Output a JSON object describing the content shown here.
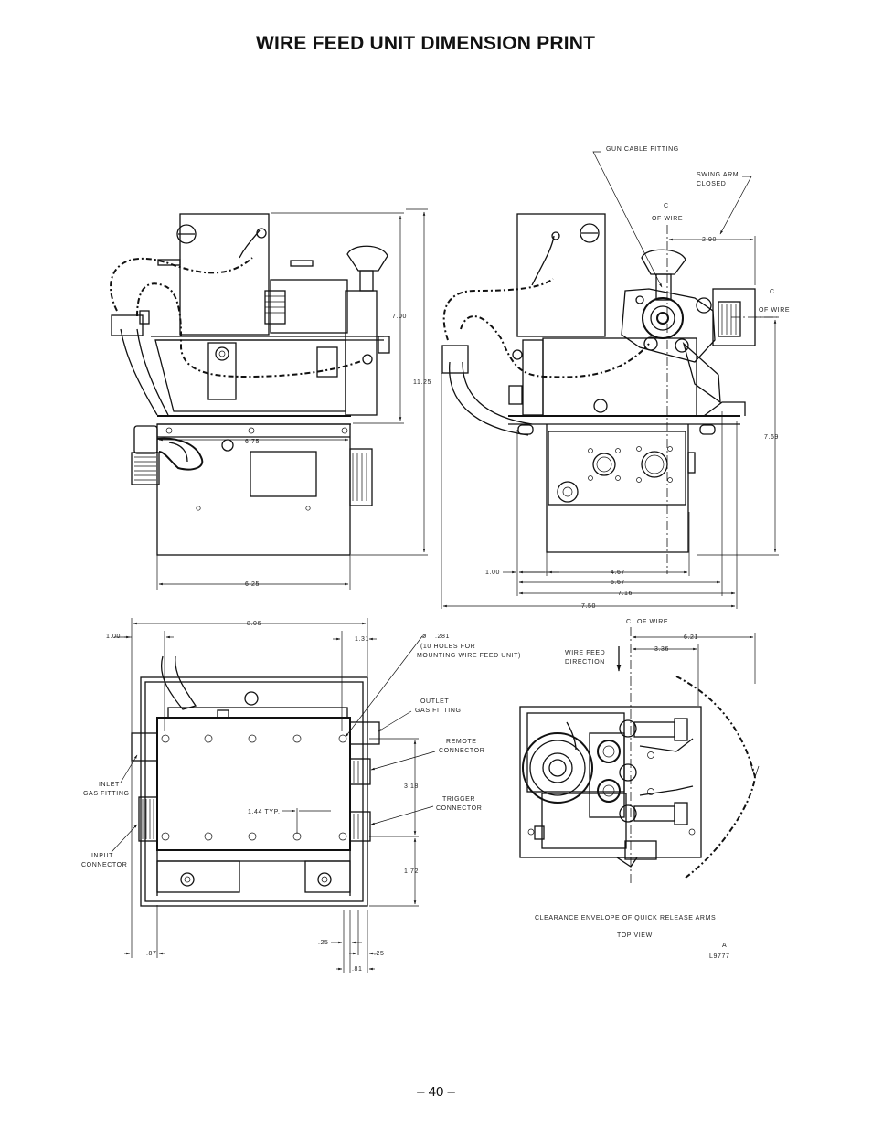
{
  "title": "WIRE FEED UNIT DIMENSION PRINT",
  "page_number": "– 40 –",
  "front_view": {
    "dim_height_upper": "7.00",
    "dim_height_total": "11.25",
    "dim_inner_width": "6.75",
    "dim_width": "6.25"
  },
  "side_view": {
    "callout_gun_cable_fitting": "GUN CABLE FITTING",
    "callout_swing_arm_line1": "SWING ARM",
    "callout_swing_arm_line2": "CLOSED",
    "centerline_symbol": "C",
    "centerline_wire_a": "OF WIRE",
    "centerline_wire_b": "OF WIRE",
    "dim_290": "2.90",
    "dim_769": "7.69",
    "dim_100": "1.00",
    "dim_467": "4.67",
    "dim_667": "6.67",
    "dim_716": "7.16",
    "dim_750": "7.50"
  },
  "bottom_view": {
    "dim_806": "8.06",
    "dim_100": "1.00",
    "dim_131": "1.31",
    "hole_dia": ".281",
    "hole_note_line1": "(10 HOLES FOR",
    "hole_note_line2": "MOUNTING WIRE FEED UNIT)",
    "outlet_line1": "OUTLET",
    "outlet_line2": "GAS FITTING",
    "remote_line1": "REMOTE",
    "remote_line2": "CONNECTOR",
    "inlet_line1": "INLET",
    "inlet_line2": "GAS FITTING",
    "dim_318": "3.18",
    "trigger_line1": "TRIGGER",
    "trigger_line2": "CONNECTOR",
    "dim_144": "1.44 TYP.",
    "input_line1": "INPUT",
    "input_line2": "CONNECTOR",
    "dim_172": "1.72",
    "dim_87": ".87",
    "dim_25a": ".25",
    "dim_25b": ".25",
    "dim_81": ".81"
  },
  "top_view": {
    "centerline_wire": "OF WIRE",
    "dim_621": "6.21",
    "dim_336": "3.36",
    "wire_feed_line1": "WIRE FEED",
    "wire_feed_line2": "DIRECTION",
    "clearance": "CLEARANCE ENVELOPE OF QUICK RELEASE ARMS",
    "view_label": "TOP VIEW",
    "rev": "A",
    "drawing_no": "L9777"
  }
}
